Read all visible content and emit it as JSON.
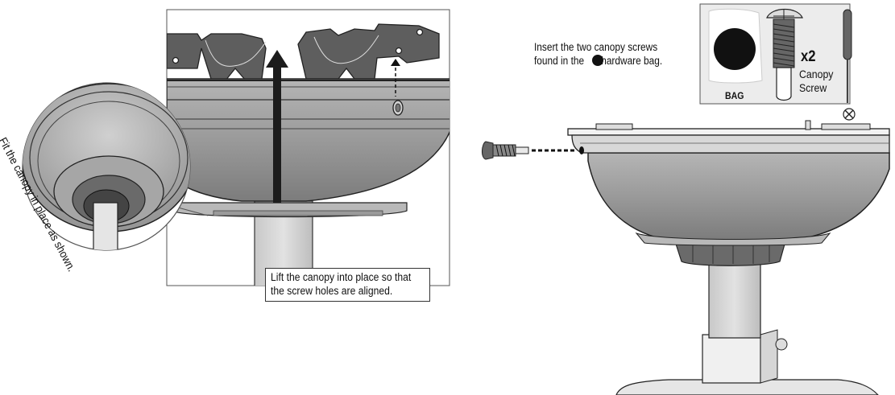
{
  "annotations": {
    "fit_canopy": "Fit the canopy in place as shown.",
    "lift_canopy_line1": "Lift the canopy into place so that",
    "lift_canopy_line2": "the screw holes are aligned.",
    "insert_screws_line1": "Insert the two canopy screws",
    "insert_screws_line2_pre": "found in the",
    "insert_screws_line2_post": "hardware bag."
  },
  "hardware_panel": {
    "bag_label": "BAG",
    "quantity": "x2",
    "part_name_line1": "Canopy",
    "part_name_line2": "Screw",
    "tool_icon": "phillips-screwdriver-icon"
  },
  "colors": {
    "canopy_fill": "#9a9a9a",
    "canopy_dark": "#5a5a5a",
    "downrod": "#d4d4d4",
    "line": "#1a1a1a",
    "panel_bg": "#ececec"
  }
}
